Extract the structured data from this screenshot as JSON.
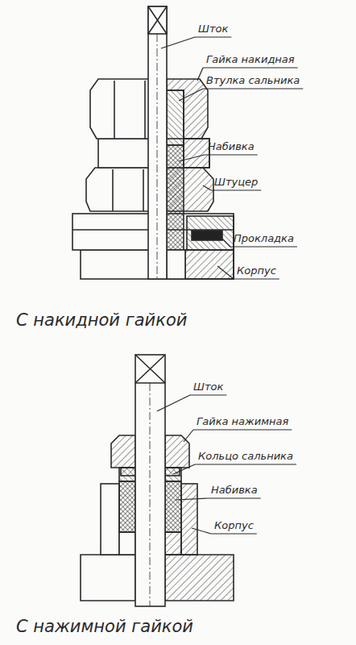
{
  "diagram": {
    "labels": [
      "Шток",
      "Гайка накидная",
      "Втулка сальника",
      "Набивка",
      "Штуцер",
      "Прокладка",
      "Корпус",
      "С накидной гайкой",
      "Шток",
      "Гайка нажимная",
      "Кольцо сальника",
      "Набивка",
      "Корпус",
      "С нажимной гайкой"
    ]
  }
}
